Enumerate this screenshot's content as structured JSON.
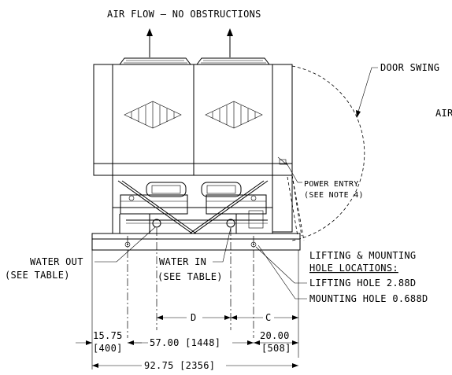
{
  "labels": {
    "airflow": "AIR FLOW – NO OBSTRUCTIONS",
    "door_swing": "DOOR SWING",
    "air": "AIR",
    "power_entry_1": "POWER ENTRY",
    "power_entry_2": "(SEE NOTE 4)",
    "water_out_1": "WATER OUT",
    "water_out_2": "(SEE TABLE)",
    "water_in_1": "WATER IN",
    "water_in_2": "(SEE TABLE)",
    "lifting_1": "LIFTING & MOUNTING",
    "lifting_2": "HOLE LOCATIONS:",
    "lifting_hole": "LIFTING HOLE 2.88D",
    "mounting_hole": "MOUNTING HOLE 0.688D"
  },
  "dimensions": {
    "d": "D",
    "c": "C",
    "dim_15_75": "15.75",
    "dim_400": "[400]",
    "dim_57": "57.00 [1448]",
    "dim_20": "20.00",
    "dim_508": "[508]",
    "dim_92_75": "92.75 [2356]"
  }
}
